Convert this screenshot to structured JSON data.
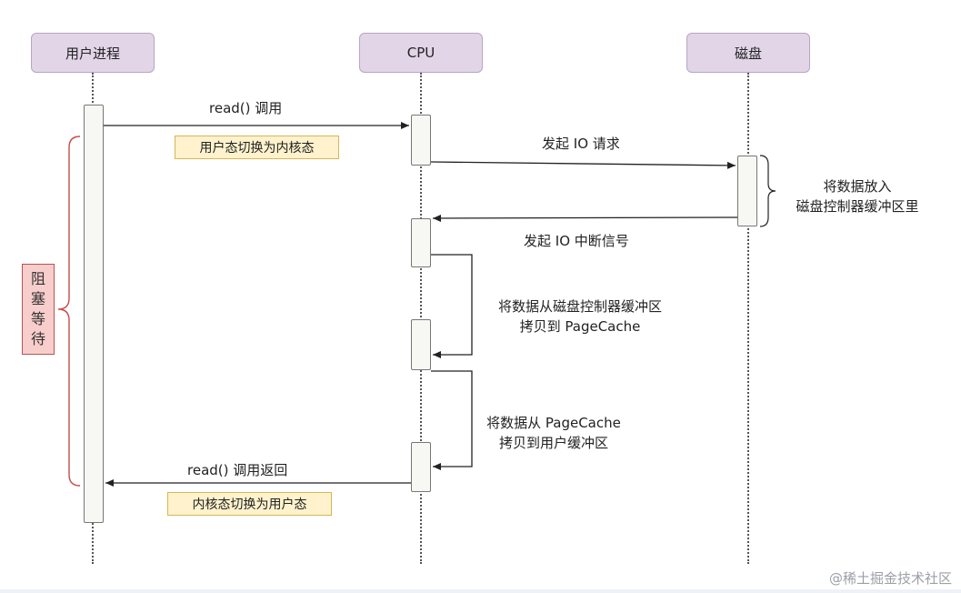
{
  "participants": {
    "user_process": "用户进程",
    "cpu": "CPU",
    "disk": "磁盘"
  },
  "messages": {
    "read_call": "read() 调用",
    "start_io": "发起 IO 请求",
    "io_interrupt": "发起 IO 中断信号",
    "read_return": "read() 调用返回"
  },
  "notes": {
    "user_to_kernel": "用户态切换为内核态",
    "kernel_to_user": "内核态切换为用户态",
    "blocking_wait": "阻塞等待",
    "disk_buffer": [
      "将数据放入",
      "磁盘控制器缓冲区里"
    ],
    "copy_to_pagecache": [
      "将数据从磁盘控制器缓冲区",
      "拷贝到 PageCache"
    ],
    "copy_to_user": [
      "将数据从 PageCache",
      "拷贝到用户缓冲区"
    ]
  },
  "watermark": "@稀土掘金技术社区"
}
